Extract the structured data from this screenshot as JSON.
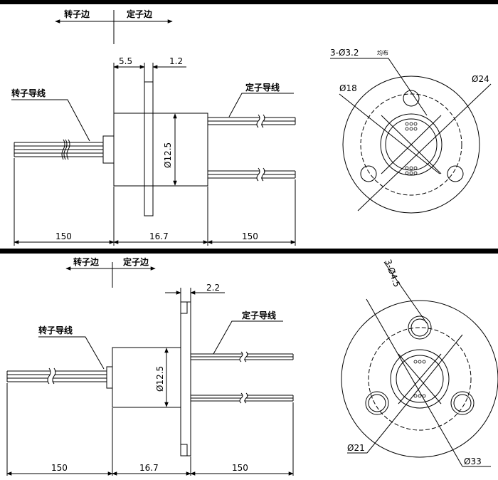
{
  "top": {
    "rotor_side": "转子边",
    "stator_side": "定子边",
    "rotor_lead": "转子导线",
    "stator_lead": "定子导线",
    "dim_5_5": "5.5",
    "dim_1_2": "1.2",
    "dim_body_dia": "Ø12.5",
    "dim_left": "150",
    "dim_mid": "16.7",
    "dim_right": "150",
    "holes": "3-Ø3.2",
    "holes_note": "均布",
    "dia_inner": "Ø18",
    "dia_outer": "Ø24"
  },
  "bottom": {
    "rotor_side": "转子边",
    "stator_side": "定子边",
    "rotor_lead": "转子导线",
    "stator_lead": "定子导线",
    "dim_2_2": "2.2",
    "dim_body_dia": "Ø12.5",
    "dim_left": "150",
    "dim_mid": "16.7",
    "dim_right": "150",
    "holes": "3-Ø4.5",
    "dia_inner": "Ø21",
    "dia_outer": "Ø33"
  }
}
